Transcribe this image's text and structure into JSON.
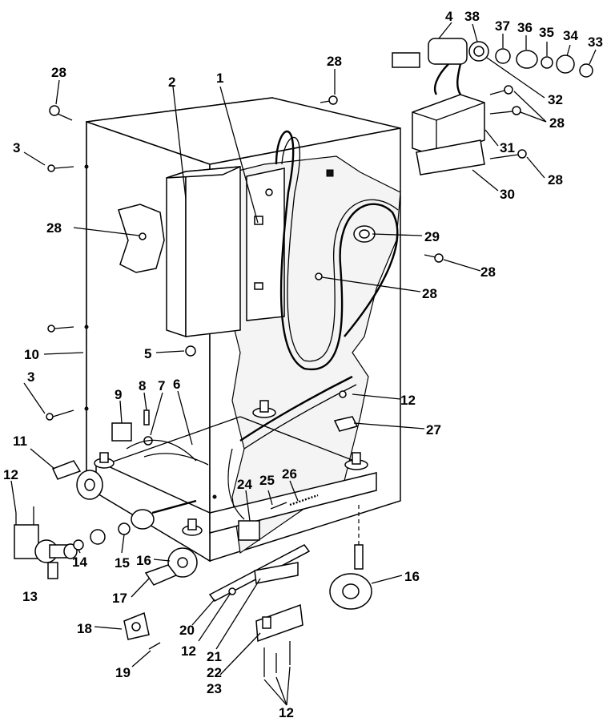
{
  "callouts": [
    {
      "id": "c1",
      "text": "1"
    },
    {
      "id": "c2",
      "text": "2"
    },
    {
      "id": "c3a",
      "text": "3"
    },
    {
      "id": "c3b",
      "text": "3"
    },
    {
      "id": "c4",
      "text": "4"
    },
    {
      "id": "c5",
      "text": "5"
    },
    {
      "id": "c6",
      "text": "6"
    },
    {
      "id": "c7",
      "text": "7"
    },
    {
      "id": "c8",
      "text": "8"
    },
    {
      "id": "c9",
      "text": "9"
    },
    {
      "id": "c10",
      "text": "10"
    },
    {
      "id": "c11",
      "text": "11"
    },
    {
      "id": "c12a",
      "text": "12"
    },
    {
      "id": "c12b",
      "text": "12"
    },
    {
      "id": "c12c",
      "text": "12"
    },
    {
      "id": "c12d",
      "text": "12"
    },
    {
      "id": "c13",
      "text": "13"
    },
    {
      "id": "c14",
      "text": "14"
    },
    {
      "id": "c15",
      "text": "15"
    },
    {
      "id": "c16a",
      "text": "16"
    },
    {
      "id": "c16b",
      "text": "16"
    },
    {
      "id": "c17",
      "text": "17"
    },
    {
      "id": "c18",
      "text": "18"
    },
    {
      "id": "c19",
      "text": "19"
    },
    {
      "id": "c20",
      "text": "20"
    },
    {
      "id": "c21",
      "text": "21"
    },
    {
      "id": "c22",
      "text": "22"
    },
    {
      "id": "c23",
      "text": "23"
    },
    {
      "id": "c24",
      "text": "24"
    },
    {
      "id": "c25",
      "text": "25"
    },
    {
      "id": "c26",
      "text": "26"
    },
    {
      "id": "c27",
      "text": "27"
    },
    {
      "id": "c28a",
      "text": "28"
    },
    {
      "id": "c28b",
      "text": "28"
    },
    {
      "id": "c28c",
      "text": "28"
    },
    {
      "id": "c28d",
      "text": "28"
    },
    {
      "id": "c28e",
      "text": "28"
    },
    {
      "id": "c28f",
      "text": "28"
    },
    {
      "id": "c28g",
      "text": "28"
    },
    {
      "id": "c29",
      "text": "29"
    },
    {
      "id": "c30",
      "text": "30"
    },
    {
      "id": "c31",
      "text": "31"
    },
    {
      "id": "c32",
      "text": "32"
    },
    {
      "id": "c33",
      "text": "33"
    },
    {
      "id": "c34",
      "text": "34"
    },
    {
      "id": "c35",
      "text": "35"
    },
    {
      "id": "c36",
      "text": "36"
    },
    {
      "id": "c37",
      "text": "37"
    },
    {
      "id": "c38",
      "text": "38"
    }
  ]
}
